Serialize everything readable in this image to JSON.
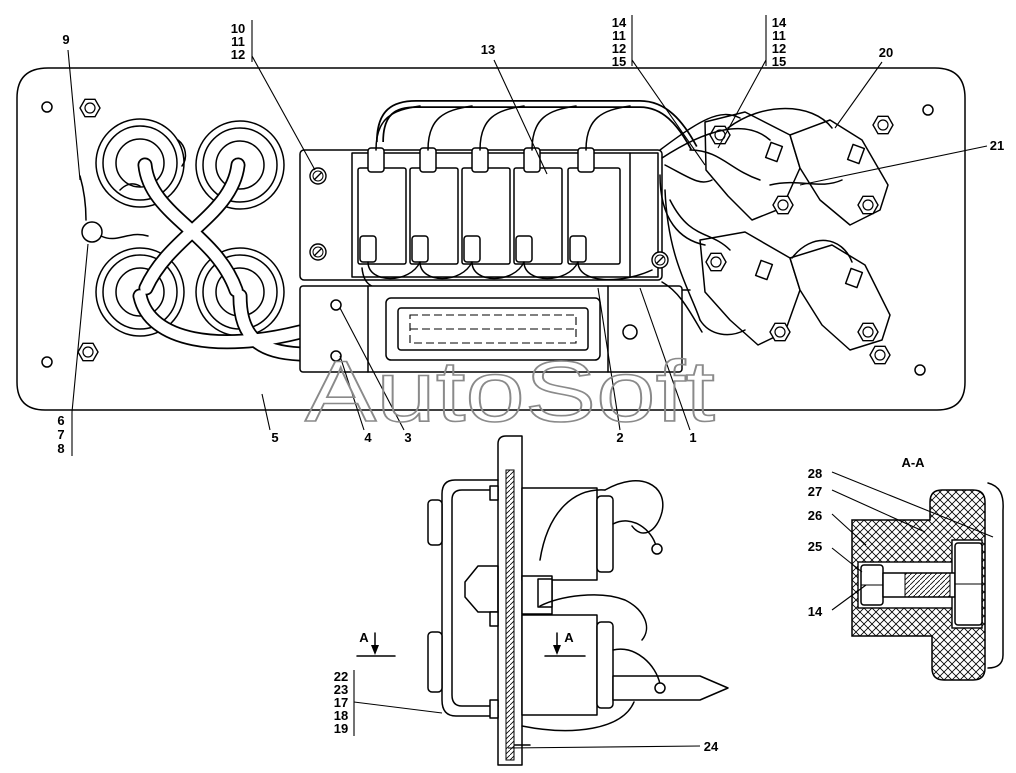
{
  "watermark": "AutoSoft",
  "plan_view": {
    "label_9": "9",
    "group_10_11_12": [
      "10",
      "11",
      "12"
    ],
    "label_13": "13",
    "group_14_11_12_15_a": [
      "14",
      "11",
      "12",
      "15"
    ],
    "group_14_11_12_15_b": [
      "14",
      "11",
      "12",
      "15"
    ],
    "label_20": "20",
    "label_21": "21",
    "group_6_7_8": [
      "6",
      "7",
      "8"
    ],
    "label_5": "5",
    "label_4": "4",
    "label_3": "3",
    "label_2": "2",
    "label_1": "1"
  },
  "side_view": {
    "section_mark_left": "A",
    "section_mark_right": "A",
    "group_22_23_17_18_19": [
      "22",
      "23",
      "17",
      "18",
      "19"
    ],
    "label_24": "24"
  },
  "section_view": {
    "title": "A-A",
    "label_28": "28",
    "label_27": "27",
    "label_26": "26",
    "label_25": "25",
    "label_14": "14"
  }
}
